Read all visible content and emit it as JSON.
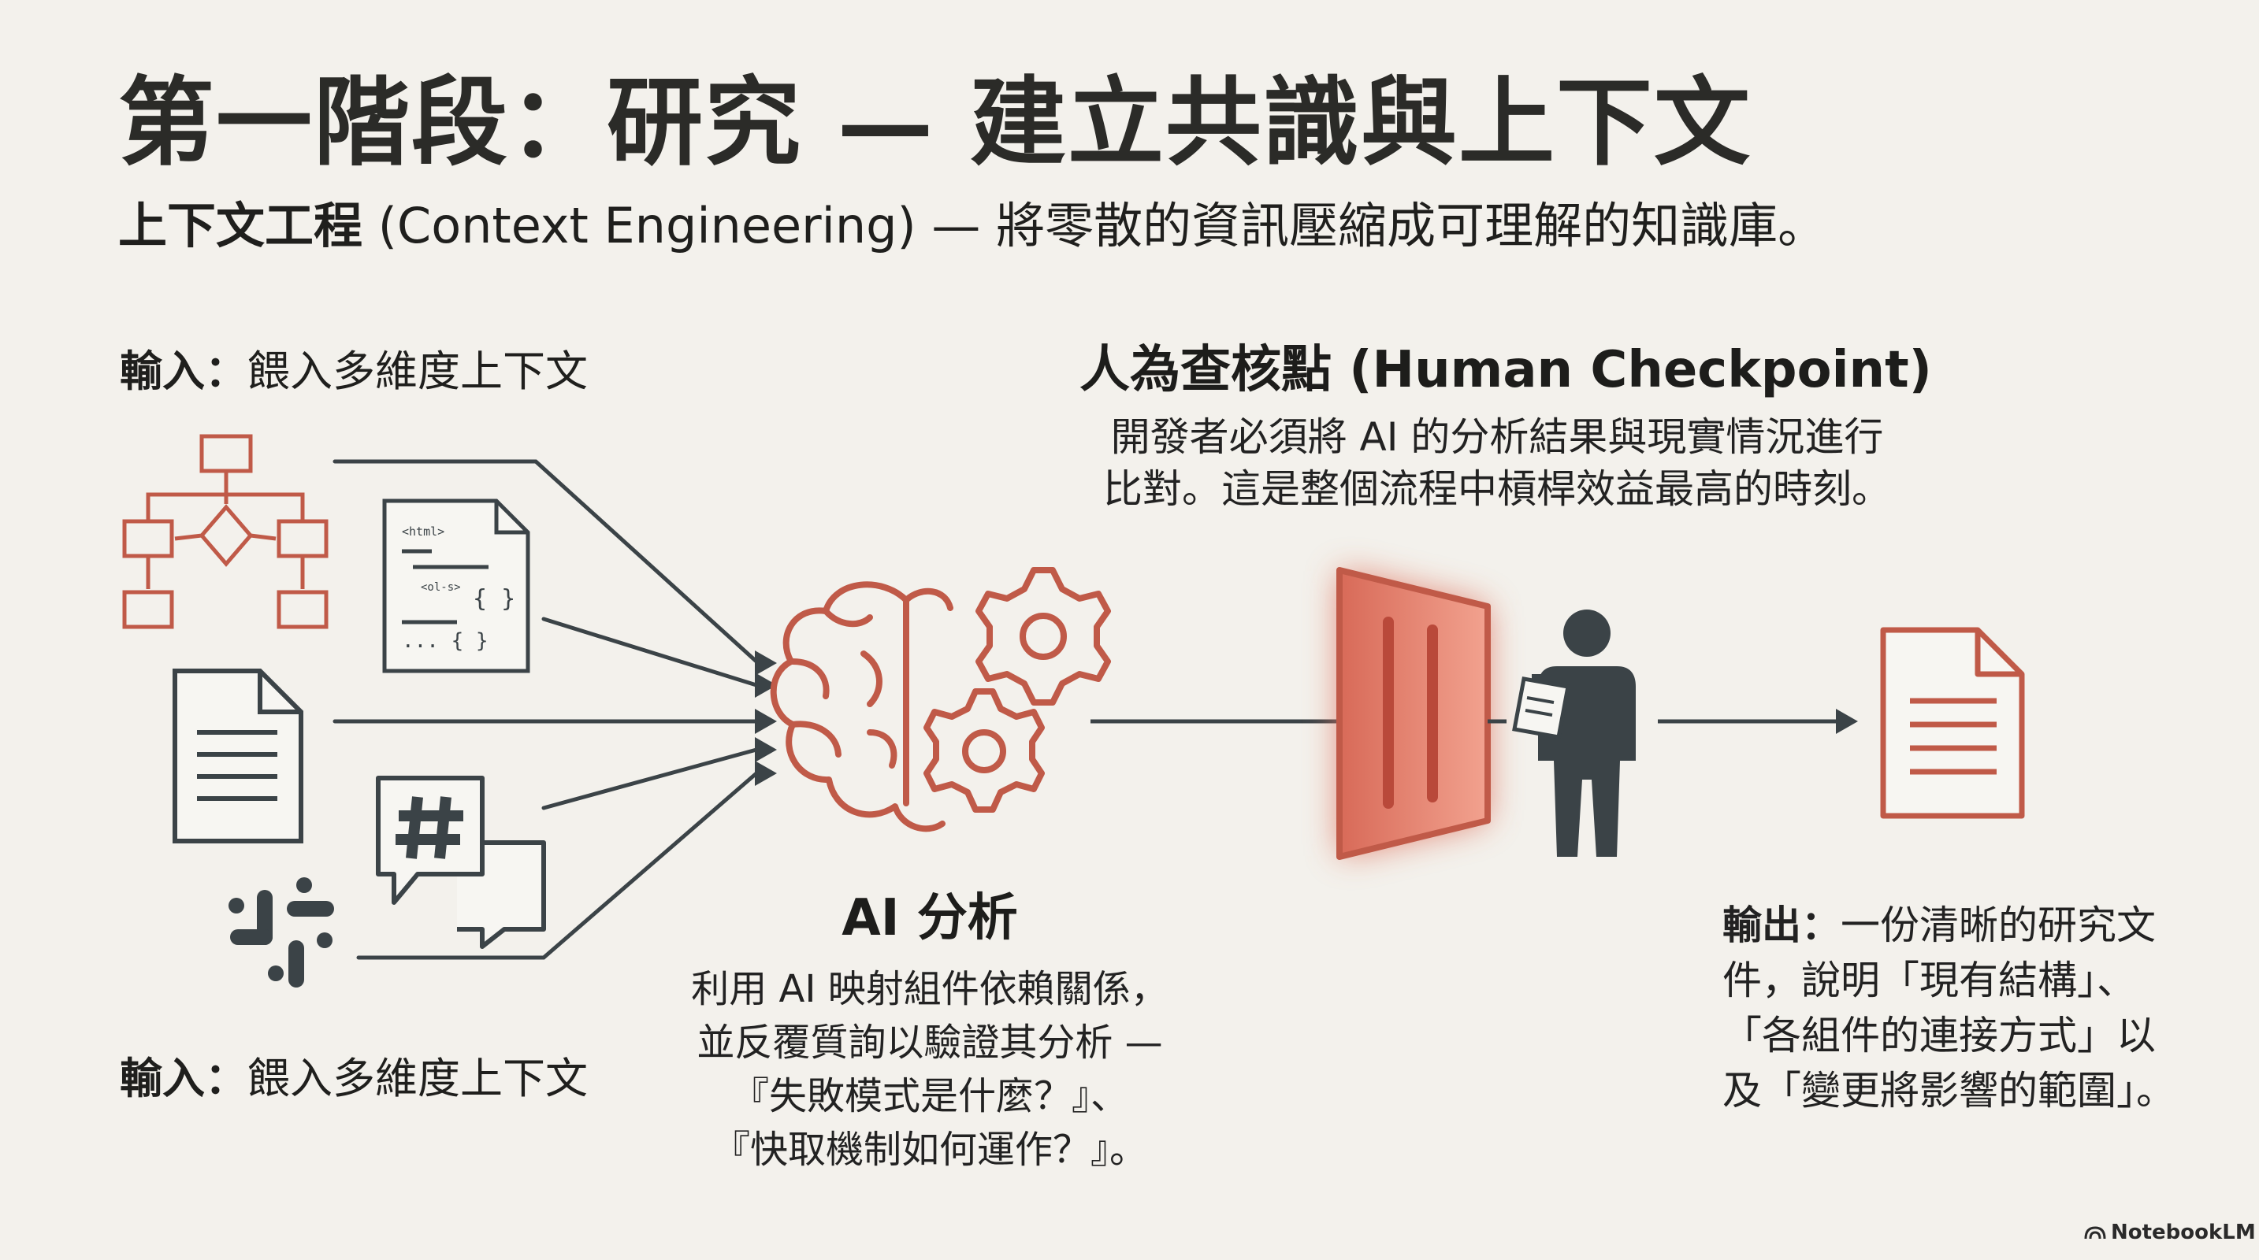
{
  "slide": {
    "title": "第一階段：研究 — 建立共識與上下文",
    "subtitle_bold": "上下文工程",
    "subtitle_rest": " (Context Engineering) — 將零散的資訊壓縮成可理解的知識庫。"
  },
  "input_top": {
    "bold": "輸入：",
    "text": "餵入多維度上下文"
  },
  "input_bottom": {
    "bold": "輸入：",
    "text": "餵入多維度上下文"
  },
  "doc_snippet": {
    "line1": "<html>",
    "line2": "<ol-s>",
    "brace1": "{ }",
    "brace2": "... { }"
  },
  "checkpoint": {
    "title": "人為查核點 (Human Checkpoint)",
    "desc_lines": [
      "開發者必須將 AI 的分析結果與現實情況進行",
      "比對。這是整個流程中槓桿效益最高的時刻。"
    ]
  },
  "ai_analysis": {
    "title": "AI 分析",
    "desc_lines": [
      "利用 AI 映射組件依賴關係，",
      "並反覆質詢以驗證其分析 —",
      "『失敗模式是什麼？』、",
      "『快取機制如何運作？』。"
    ]
  },
  "output": {
    "bold": "輸出：",
    "line1_rest": "一份清晰的研究文",
    "lines": [
      "件，說明「現有結構」、",
      "「各組件的連接方式」以",
      "及「變更將影響的範圍」。"
    ]
  },
  "brand": {
    "name": "NotebookLM"
  },
  "colors": {
    "accent": "#c05a48",
    "dark": "#3b4347",
    "background": "#f3f1ec"
  },
  "icons": [
    "flowchart-icon",
    "code-document-icon",
    "text-document-icon",
    "chat-hashtag-icon",
    "slack-icon",
    "brain-gears-icon",
    "checkpoint-gate-icon",
    "person-clipboard-icon",
    "output-document-icon"
  ]
}
